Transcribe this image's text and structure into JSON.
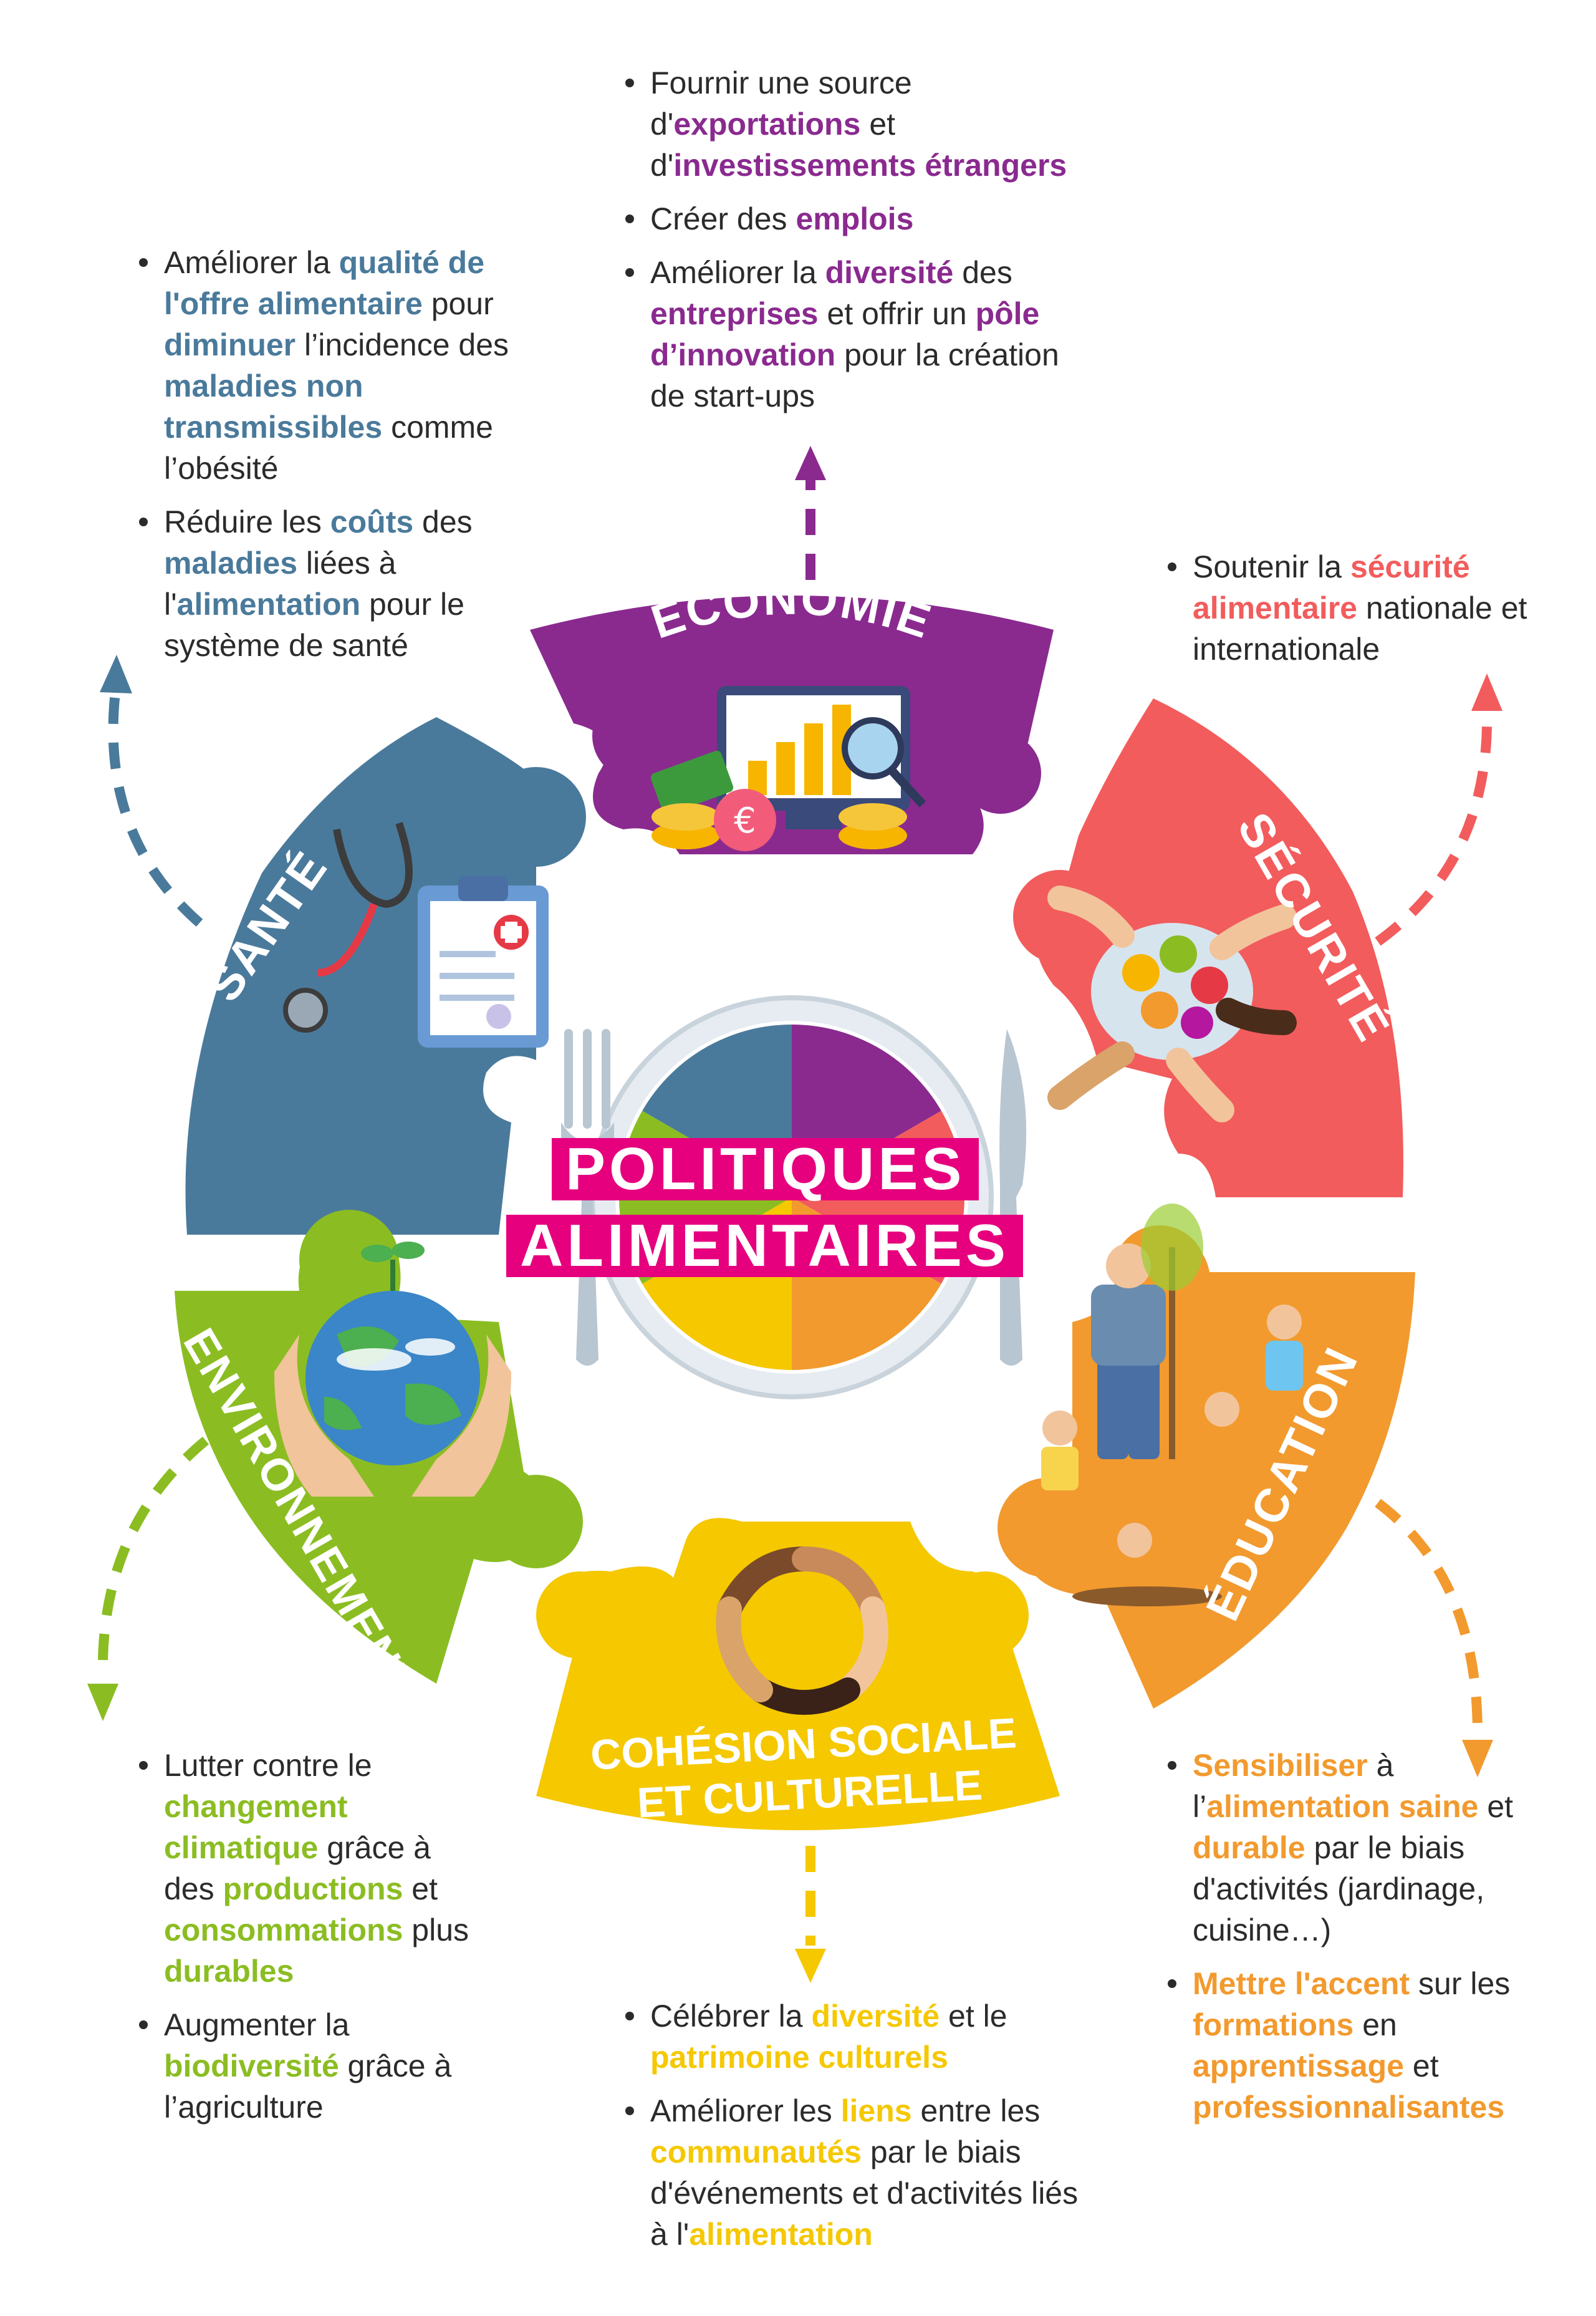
{
  "colors": {
    "economie": "#8a2a8f",
    "securite": "#f25c5c",
    "education": "#f29a2e",
    "cohesion": "#f5c800",
    "environnement": "#8bbd22",
    "sante": "#4a7a9b",
    "title": "#e6007e"
  },
  "title": {
    "line1": "POLITIQUES",
    "line2": "ALIMENTAIRES"
  },
  "pieces": {
    "economie": "ÉCONOMIE",
    "sante": "SANTÉ",
    "securite": "SÉCURITÉ",
    "education": "ÉDUCATION",
    "environnement": "ENVIRONNEMENT",
    "cohesion_line1": "COHÉSION SOCIALE",
    "cohesion_line2": "ET CULTURELLE"
  },
  "icons": {
    "economie": "finance-chart-icon",
    "sante": "clipboard-stethoscope-icon",
    "securite": "fruit-bowl-hands-icon",
    "education": "gardening-family-icon",
    "environnement": "earth-hands-icon",
    "cohesion": "hands-circle-icon",
    "center": "plate-puzzle-icon"
  },
  "texts": {
    "economie": [
      [
        [
          "Fournir une source d'",
          ""
        ],
        [
          "exportations",
          "h"
        ],
        [
          " et d'",
          ""
        ],
        [
          "investissements étrangers",
          "h"
        ]
      ],
      [
        [
          "Créer des ",
          ""
        ],
        [
          "emplois",
          "h"
        ]
      ],
      [
        [
          "Améliorer la ",
          ""
        ],
        [
          "diversité",
          "h"
        ],
        [
          " des ",
          ""
        ],
        [
          "entreprises",
          "h"
        ],
        [
          " et offrir un ",
          ""
        ],
        [
          "pôle d’innovation",
          "h"
        ],
        [
          " pour la création de start-ups",
          ""
        ]
      ]
    ],
    "sante": [
      [
        [
          "Améliorer la ",
          ""
        ],
        [
          "qualité de l'offre alimentaire",
          "h"
        ],
        [
          " pour ",
          ""
        ],
        [
          "diminuer",
          "h"
        ],
        [
          " l’incidence des ",
          ""
        ],
        [
          "maladies non transmissibles",
          "h"
        ],
        [
          " comme l’obésité",
          ""
        ]
      ],
      [
        [
          "Réduire les ",
          ""
        ],
        [
          "coûts",
          "h"
        ],
        [
          " des ",
          ""
        ],
        [
          "maladies",
          "h"
        ],
        [
          " liées à l'",
          ""
        ],
        [
          "alimentation",
          "h"
        ],
        [
          " pour le système de santé",
          ""
        ]
      ]
    ],
    "securite": [
      [
        [
          "Soutenir la ",
          ""
        ],
        [
          "sécurité alimentaire",
          "h"
        ],
        [
          " nationale et internationale",
          ""
        ]
      ]
    ],
    "environnement": [
      [
        [
          "Lutter contre le ",
          ""
        ],
        [
          "changement climatique",
          "h"
        ],
        [
          " grâce à des ",
          ""
        ],
        [
          "productions",
          "h"
        ],
        [
          " et ",
          ""
        ],
        [
          "consommations",
          "h"
        ],
        [
          " plus ",
          ""
        ],
        [
          "durables",
          "h"
        ]
      ],
      [
        [
          "Augmenter la ",
          ""
        ],
        [
          "biodiversité",
          "h"
        ],
        [
          " grâce à l’agriculture",
          ""
        ]
      ]
    ],
    "cohesion": [
      [
        [
          "Célébrer la ",
          ""
        ],
        [
          "diversité",
          "h"
        ],
        [
          " et le ",
          ""
        ],
        [
          "patrimoine culturels",
          "h"
        ]
      ],
      [
        [
          "Améliorer les ",
          ""
        ],
        [
          "liens",
          "h"
        ],
        [
          " entre les ",
          ""
        ],
        [
          "communautés",
          "h"
        ],
        [
          " par le biais d'événements et d'activités liés à l'",
          ""
        ],
        [
          "alimentation",
          "h"
        ]
      ]
    ],
    "education": [
      [
        [
          "Sensibiliser",
          "h"
        ],
        [
          " à l’",
          ""
        ],
        [
          "alimentation saine",
          "h"
        ],
        [
          " et ",
          ""
        ],
        [
          "durable",
          "h"
        ],
        [
          " par le biais d'activités (jardinage, cuisine…)",
          ""
        ]
      ],
      [
        [
          "Mettre l'accent",
          "h"
        ],
        [
          " sur les ",
          ""
        ],
        [
          "formations",
          "h"
        ],
        [
          " en ",
          ""
        ],
        [
          "apprentissage",
          "h"
        ],
        [
          " et ",
          ""
        ],
        [
          "professionnalisantes",
          "h"
        ]
      ]
    ]
  }
}
